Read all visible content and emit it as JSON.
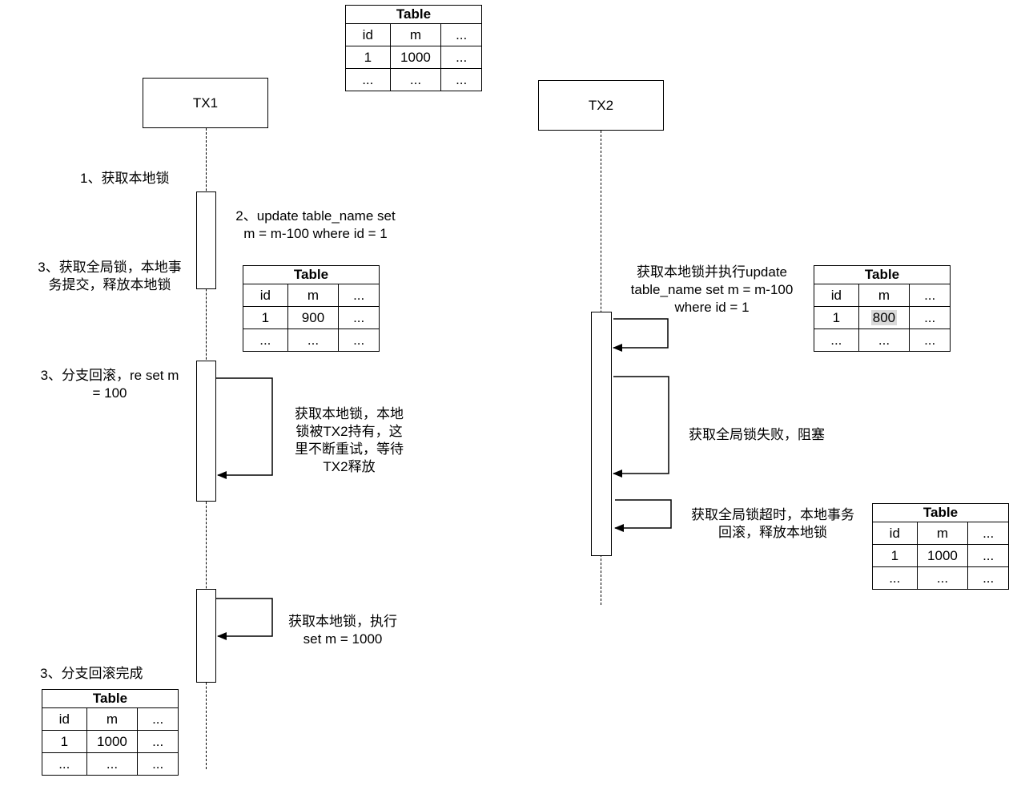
{
  "participants": {
    "tx1": "TX1",
    "tx2": "TX2"
  },
  "tables": {
    "top": {
      "title": "Table",
      "header": [
        "id",
        "m",
        "..."
      ],
      "rows": [
        [
          "1",
          "1000",
          "..."
        ],
        [
          "...",
          "...",
          "..."
        ]
      ]
    },
    "tx1_mid": {
      "title": "Table",
      "header": [
        "id",
        "m",
        "..."
      ],
      "rows": [
        [
          "1",
          "900",
          "..."
        ],
        [
          "...",
          "...",
          "..."
        ]
      ]
    },
    "tx2_mid": {
      "title": "Table",
      "header": [
        "id",
        "m",
        "..."
      ],
      "rows": [
        [
          "1",
          "800",
          "..."
        ],
        [
          "...",
          "...",
          "..."
        ]
      ]
    },
    "tx2_low": {
      "title": "Table",
      "header": [
        "id",
        "m",
        "..."
      ],
      "rows": [
        [
          "1",
          "1000",
          "..."
        ],
        [
          "...",
          "...",
          "..."
        ]
      ]
    },
    "tx1_final": {
      "title": "Table",
      "header": [
        "id",
        "m",
        "..."
      ],
      "rows": [
        [
          "1",
          "1000",
          "..."
        ],
        [
          "...",
          "...",
          "..."
        ]
      ]
    }
  },
  "labels": {
    "step1": "1、获取本地锁",
    "step2_l1": "2、update table_name set",
    "step2_l2": "m = m-100 where id = 1",
    "step3_l1": "3、获取全局锁，本地事",
    "step3_l2": "务提交，释放本地锁",
    "rollback_l1": "3、分支回滚，re set m",
    "rollback_l2": "= 100",
    "retry_l1": "获取本地锁，本地",
    "retry_l2": "锁被TX2持有，这",
    "retry_l3": "里不断重试，等待",
    "retry_l4": "TX2释放",
    "exec_l1": "获取本地锁，执行",
    "exec_l2": "set m = 1000",
    "done": "3、分支回滚完成",
    "tx2_update_l1": "获取本地锁并执行update",
    "tx2_update_l2": "table_name set m = m-100",
    "tx2_update_l3": "where id = 1",
    "tx2_block": "获取全局锁失败，阻塞",
    "tx2_timeout_l1": "获取全局锁超时，本地事务",
    "tx2_timeout_l2": "回滚，释放本地锁"
  }
}
